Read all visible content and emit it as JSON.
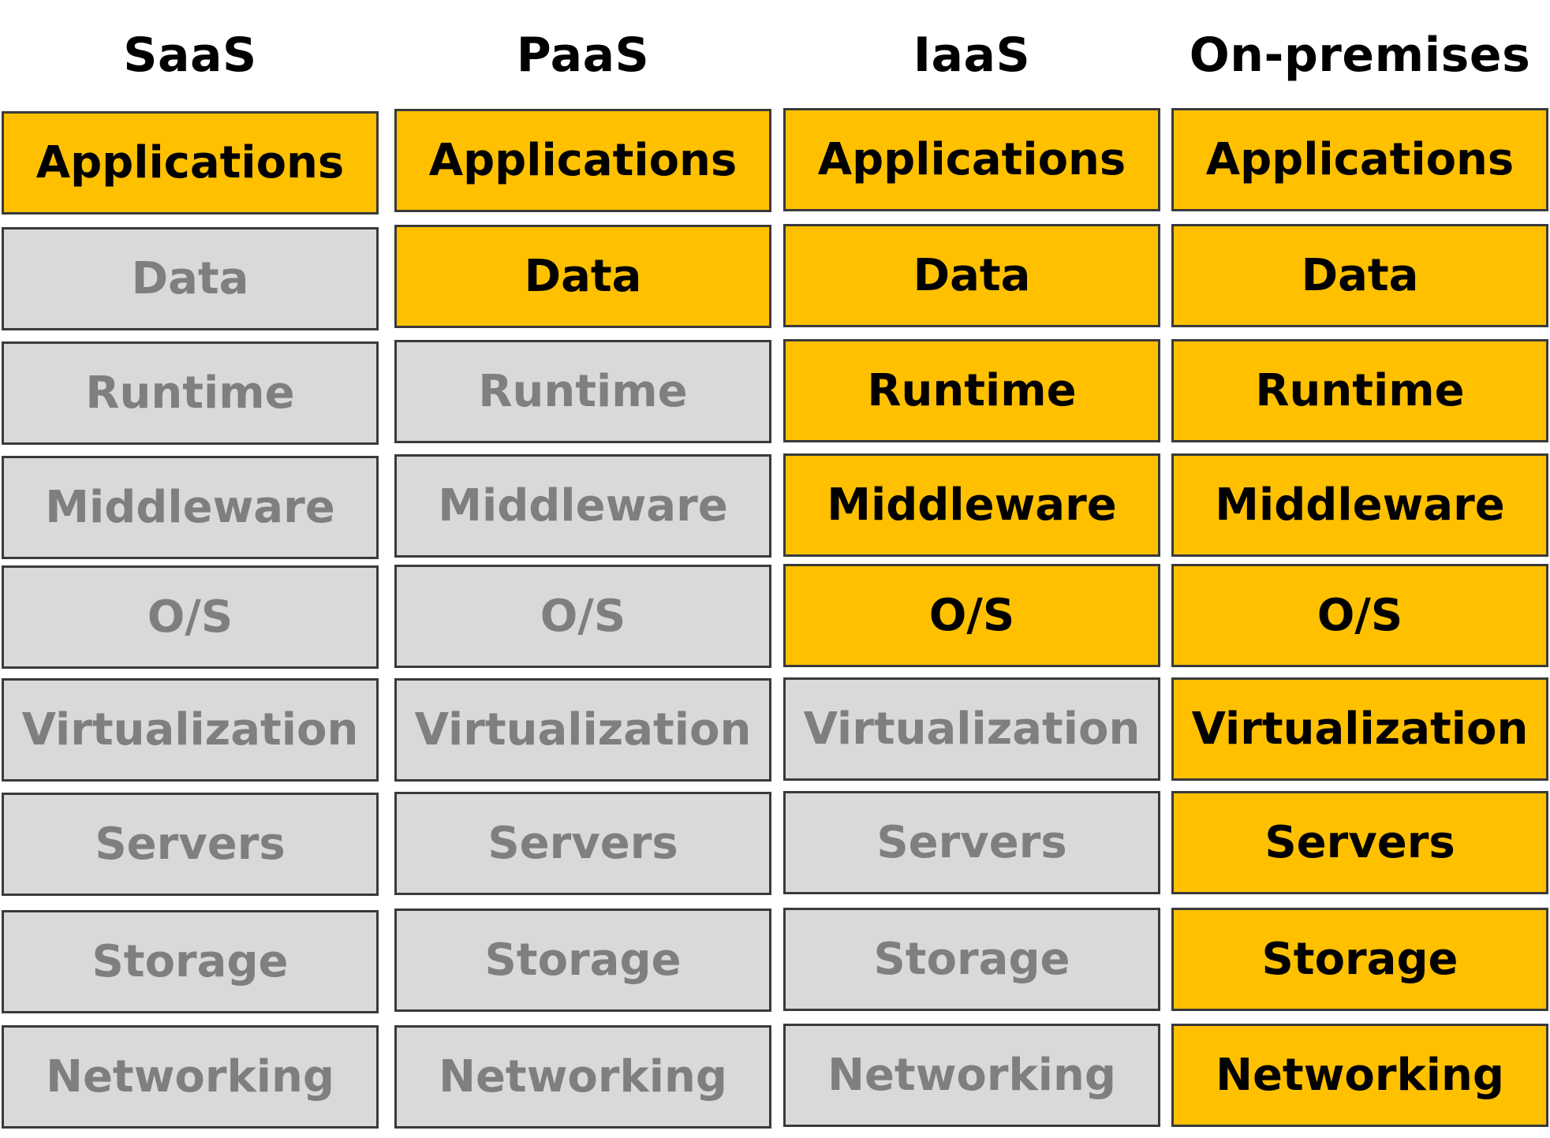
{
  "colors": {
    "you_manage": "#ffc000",
    "provider_managed": "#d9d9d9",
    "you_manage_text": "#000000",
    "provider_managed_text": "#7f7f7f"
  },
  "columns": [
    {
      "title": "SaaS",
      "layers": [
        {
          "label": "Applications",
          "you_manage": true
        },
        {
          "label": "Data",
          "you_manage": false
        },
        {
          "label": "Runtime",
          "you_manage": false
        },
        {
          "label": "Middleware",
          "you_manage": false
        },
        {
          "label": "O/S",
          "you_manage": false
        },
        {
          "label": "Virtualization",
          "you_manage": false
        },
        {
          "label": "Servers",
          "you_manage": false
        },
        {
          "label": "Storage",
          "you_manage": false
        },
        {
          "label": "Networking",
          "you_manage": false
        }
      ]
    },
    {
      "title": "PaaS",
      "layers": [
        {
          "label": "Applications",
          "you_manage": true
        },
        {
          "label": "Data",
          "you_manage": true
        },
        {
          "label": "Runtime",
          "you_manage": false
        },
        {
          "label": "Middleware",
          "you_manage": false
        },
        {
          "label": "O/S",
          "you_manage": false
        },
        {
          "label": "Virtualization",
          "you_manage": false
        },
        {
          "label": "Servers",
          "you_manage": false
        },
        {
          "label": "Storage",
          "you_manage": false
        },
        {
          "label": "Networking",
          "you_manage": false
        }
      ]
    },
    {
      "title": "IaaS",
      "layers": [
        {
          "label": "Applications",
          "you_manage": true
        },
        {
          "label": "Data",
          "you_manage": true
        },
        {
          "label": "Runtime",
          "you_manage": true
        },
        {
          "label": "Middleware",
          "you_manage": true
        },
        {
          "label": "O/S",
          "you_manage": true
        },
        {
          "label": "Virtualization",
          "you_manage": false
        },
        {
          "label": "Servers",
          "you_manage": false
        },
        {
          "label": "Storage",
          "you_manage": false
        },
        {
          "label": "Networking",
          "you_manage": false
        }
      ]
    },
    {
      "title": "On-premises",
      "layers": [
        {
          "label": "Applications",
          "you_manage": true
        },
        {
          "label": "Data",
          "you_manage": true
        },
        {
          "label": "Runtime",
          "you_manage": true
        },
        {
          "label": "Middleware",
          "you_manage": true
        },
        {
          "label": "O/S",
          "you_manage": true
        },
        {
          "label": "Virtualization",
          "you_manage": true
        },
        {
          "label": "Servers",
          "you_manage": true
        },
        {
          "label": "Storage",
          "you_manage": true
        },
        {
          "label": "Networking",
          "you_manage": true
        }
      ]
    }
  ]
}
